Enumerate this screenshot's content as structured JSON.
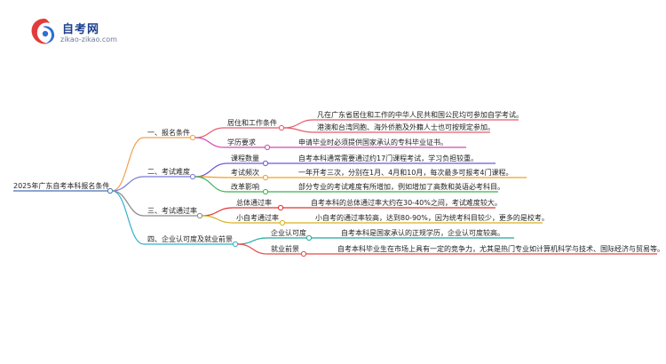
{
  "logo": {
    "title": "自考网",
    "subtitle": "zikao-zikao.com",
    "colors": {
      "red": "#e23b3b",
      "blue": "#2f6fd6"
    }
  },
  "root": "2025年广东自考本科报名条件",
  "branches": [
    {
      "label": "一、报名条件",
      "color": "#f0a050",
      "children": [
        {
          "label": "居住和工作条件",
          "color": "#e85a6a",
          "leaves": [
            "凡在广东省居住和工作的中华人民共和国公民均可参加自学考试。",
            "港澳和台湾同胞、海外侨胞及外籍人士也可按规定参加。"
          ]
        },
        {
          "label": "学历要求",
          "color": "#d04ab0",
          "leaves": [
            "申请毕业时必须提供国家承认的专科毕业证书。"
          ]
        }
      ]
    },
    {
      "label": "二、考试难度",
      "color": "#7a7ad8",
      "children": [
        {
          "label": "课程数量",
          "color": "#6a5ad8",
          "leaves": [
            "自考本科通常需要通过约17门课程考试，学习负担较重。"
          ]
        },
        {
          "label": "考试频次",
          "color": "#f0a020",
          "leaves": [
            "一年开考三次，分别在1月、4月和10月，每次最多可报考4门课程。"
          ]
        },
        {
          "label": "改革影响",
          "color": "#3cb050",
          "leaves": [
            "部分专业的考试难度有所增加，例如增加了高数和英语必考科目。"
          ]
        }
      ]
    },
    {
      "label": "三、考试通过率",
      "color": "#8a8a8a",
      "children": [
        {
          "label": "总体通过率",
          "color": "#e03030",
          "leaves": [
            "自考本科的总体通过率大约在30-40%之间，考试难度较大。"
          ]
        },
        {
          "label": "小自考通过率",
          "color": "#d8b020",
          "leaves": [
            "小自考的通过率较高，达到80-90%，因为统考科目较少，更多的是校考。"
          ]
        }
      ]
    },
    {
      "label": "四、企业认可度及就业前景",
      "color": "#30b0c8",
      "children": [
        {
          "label": "企业认可度",
          "color": "#20a8a0",
          "leaves": [
            "自考本科是国家承认的正规学历，企业认可度较高。"
          ]
        },
        {
          "label": "就业前景",
          "color": "#e84848",
          "leaves": [
            "自考本科毕业生在市场上具有一定的竞争力，尤其是热门专业如计算机科学与技术、国际经济与贸易等。"
          ]
        }
      ]
    }
  ]
}
